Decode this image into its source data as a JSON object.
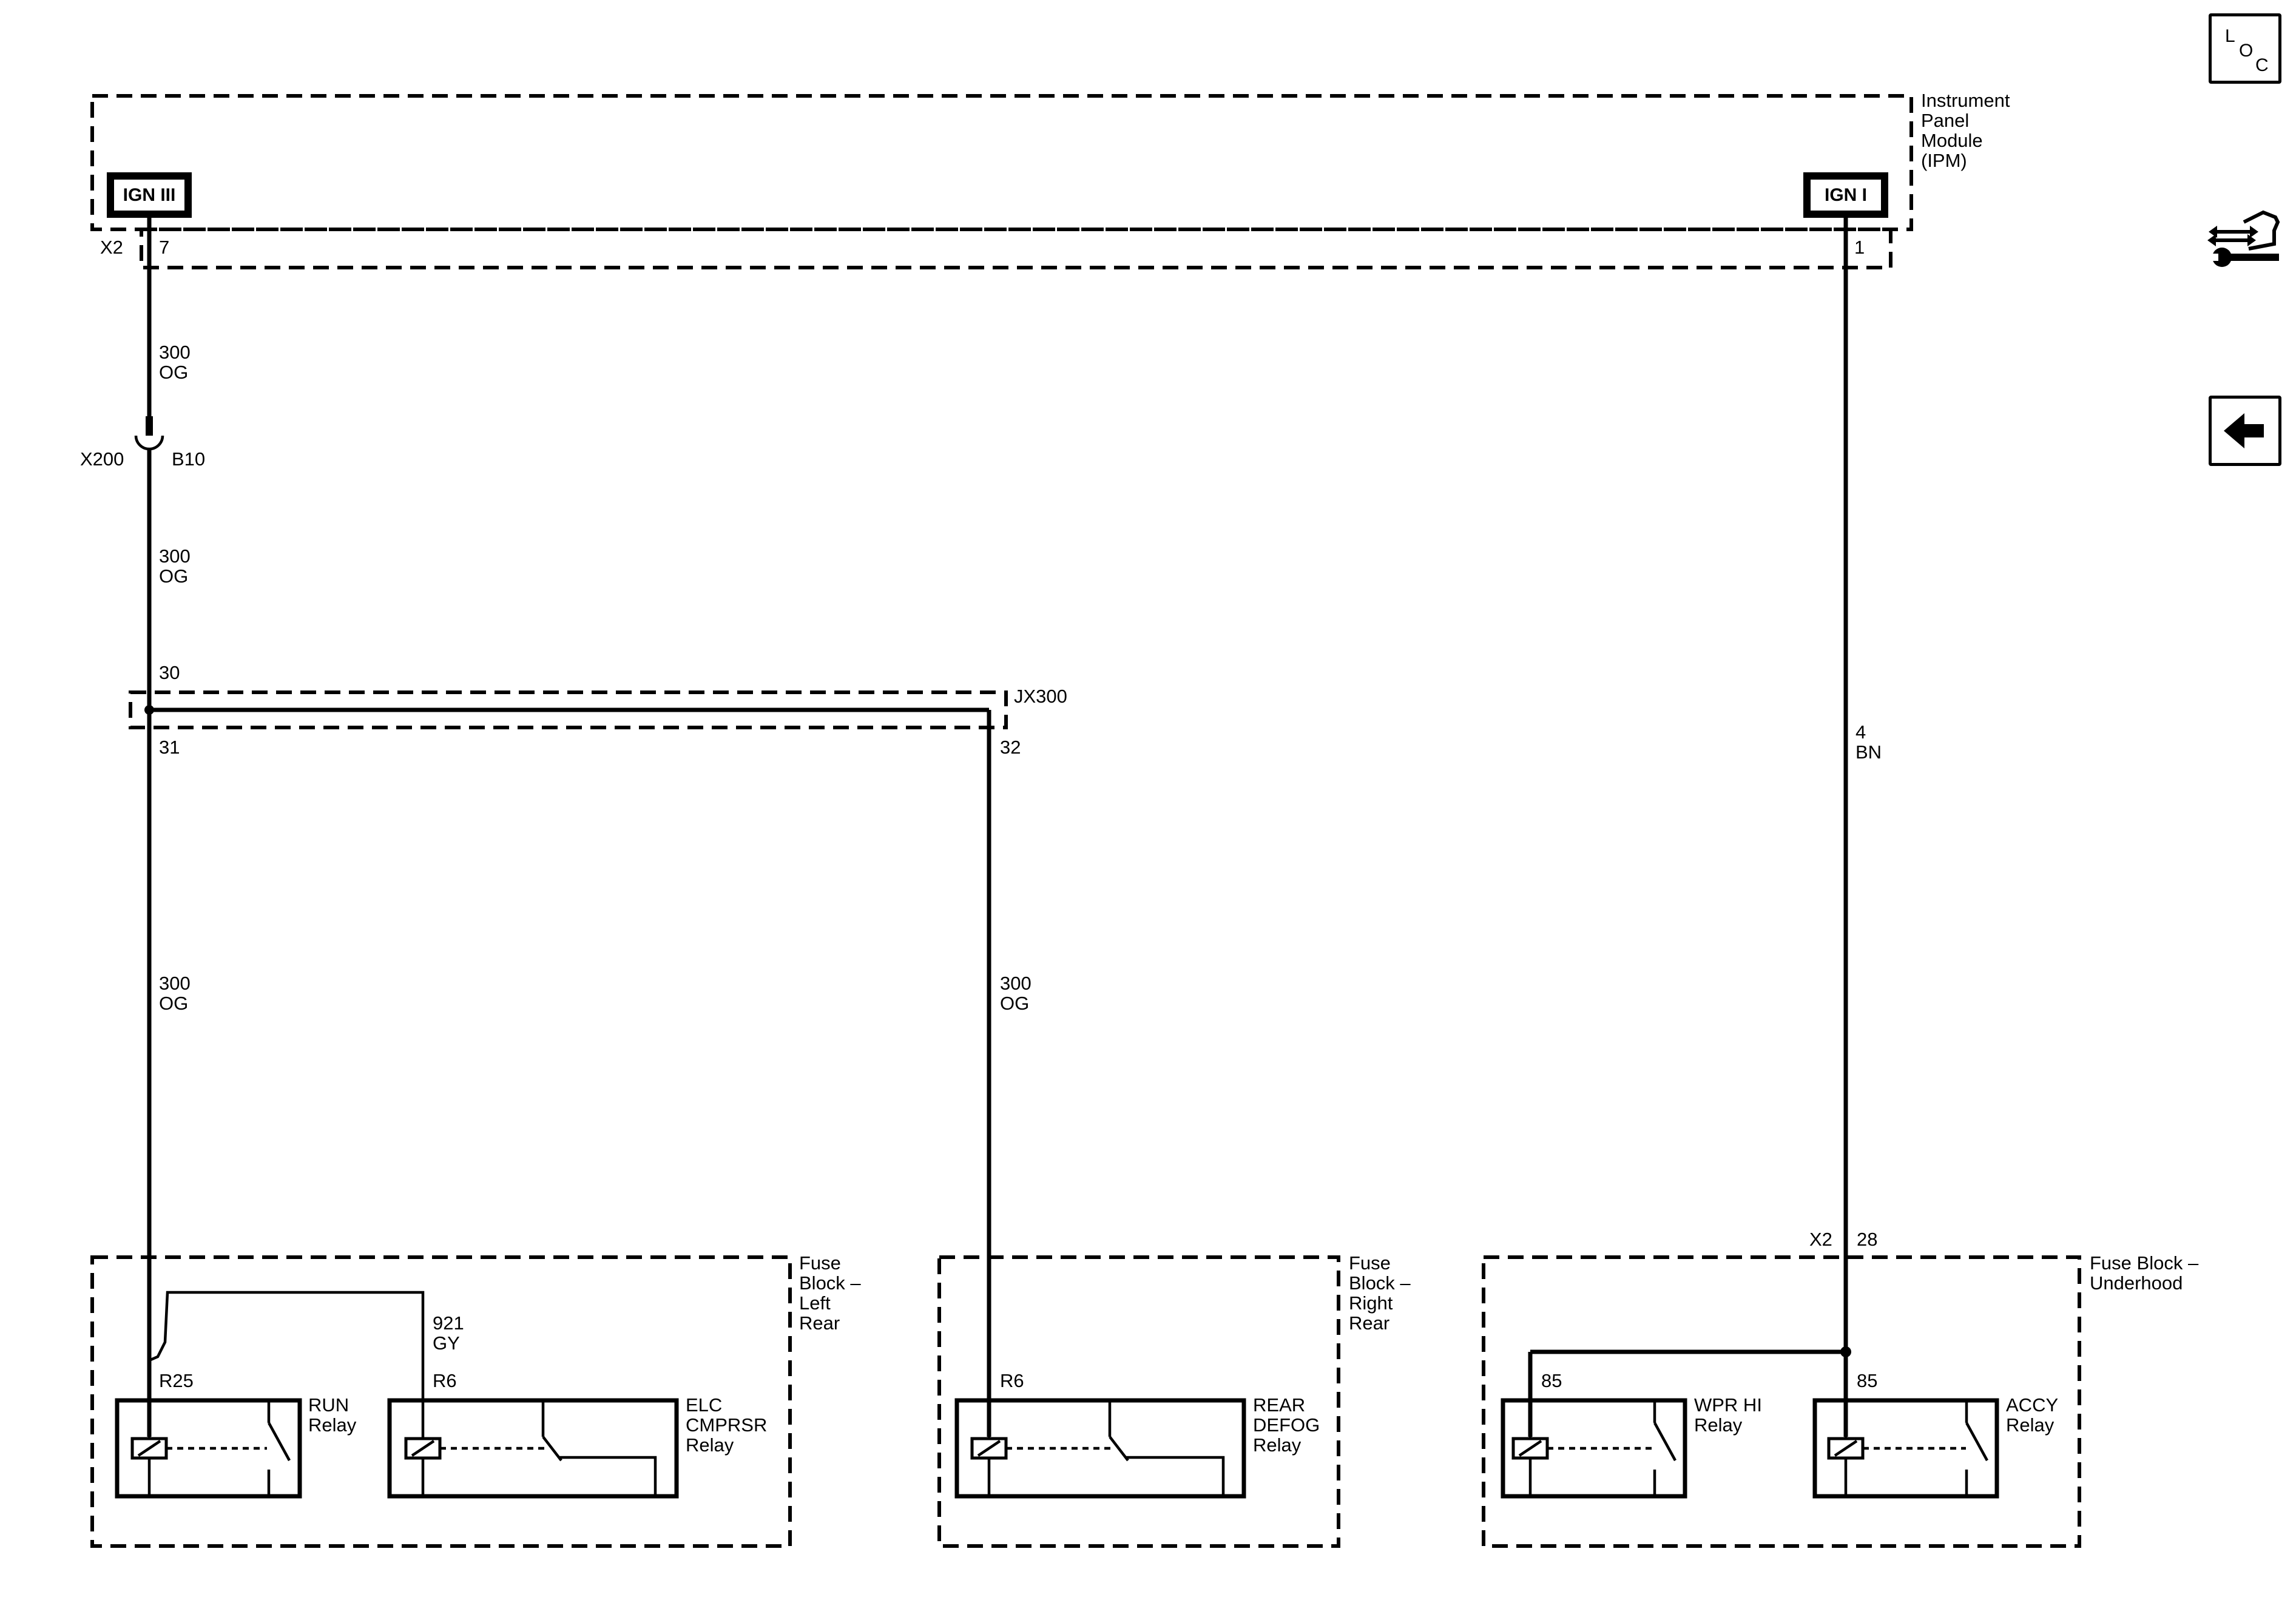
{
  "nav": {
    "loc_letters": [
      "L",
      "O",
      "C"
    ],
    "icons": [
      "loc-icon",
      "connector-wrench-icon",
      "back-arrow-icon"
    ]
  },
  "modules": {
    "ipm": [
      "Instrument",
      "Panel",
      "Module",
      "(IPM)"
    ],
    "ign3": "IGN III",
    "ign1": "IGN I",
    "jx300": "JX300",
    "fb_left": [
      "Fuse",
      "Block –",
      "Left",
      "Rear"
    ],
    "fb_right": [
      "Fuse",
      "Block –",
      "Right",
      "Rear"
    ],
    "fb_under": [
      "Fuse Block –",
      "Underhood"
    ]
  },
  "pins": {
    "x2_left": "X2",
    "p7": "7",
    "p1": "1",
    "x200": "X200",
    "b10": "B10",
    "p30": "30",
    "p31": "31",
    "p32": "32",
    "x2_right": "X2",
    "p28": "28"
  },
  "wires": {
    "w1": [
      "300",
      "OG"
    ],
    "w2": [
      "300",
      "OG"
    ],
    "w3": [
      "300",
      "OG"
    ],
    "w4": [
      "300",
      "OG"
    ],
    "w5": [
      "4",
      "BN"
    ],
    "w6": [
      "921",
      "GY"
    ]
  },
  "relays": [
    {
      "pin": "R25",
      "name": [
        "RUN",
        "Relay"
      ]
    },
    {
      "pin": "R6",
      "name": [
        "ELC",
        "CMPRSR",
        "Relay"
      ]
    },
    {
      "pin": "R6",
      "name": [
        "REAR",
        "DEFOG",
        "Relay"
      ]
    },
    {
      "pin": "85",
      "name": [
        "WPR HI",
        "Relay"
      ]
    },
    {
      "pin": "85",
      "name": [
        "ACCY",
        "Relay"
      ]
    }
  ]
}
